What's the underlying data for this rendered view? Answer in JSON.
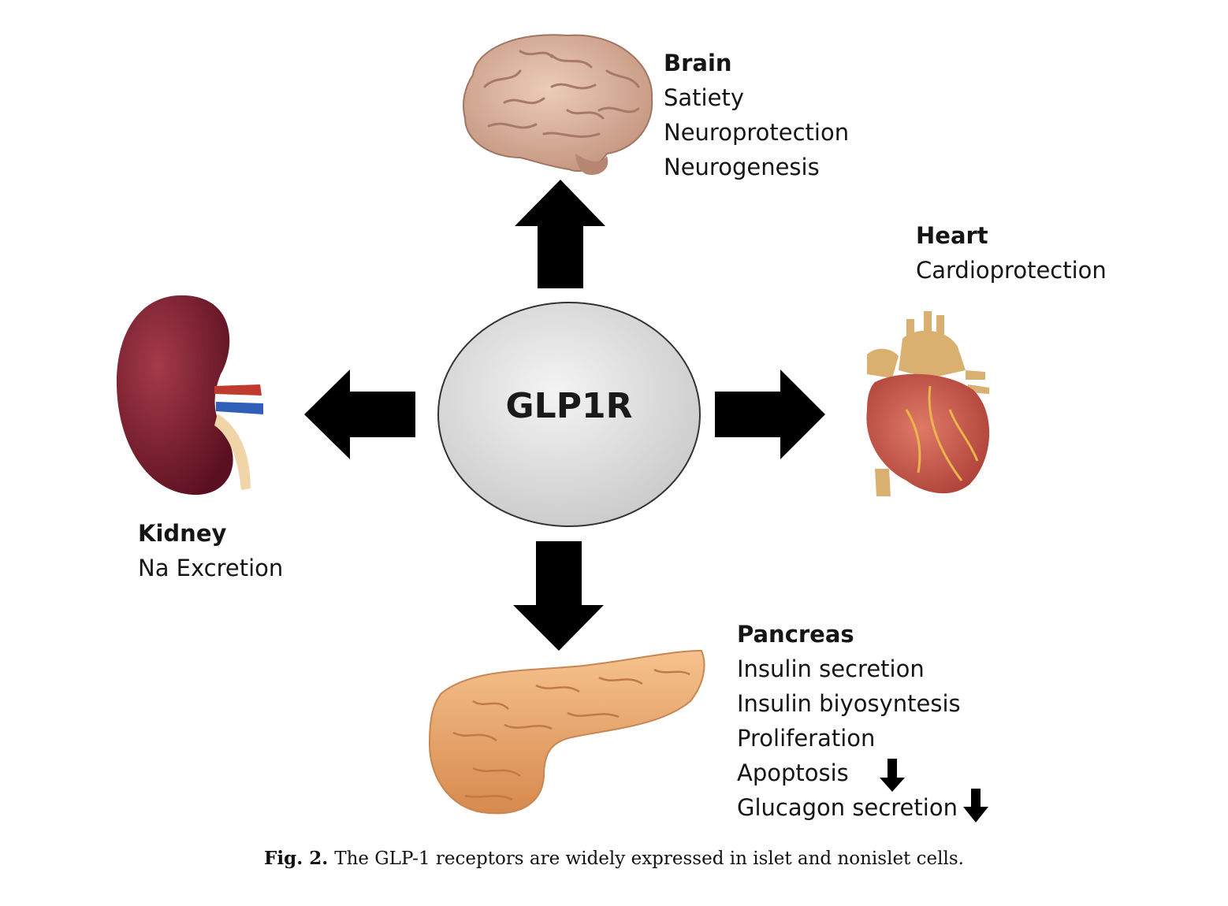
{
  "hub": {
    "label": "GLP1R"
  },
  "organs": {
    "brain": {
      "title": "Brain",
      "effects": [
        "Satiety",
        "Neuroprotection",
        "Neurogenesis"
      ]
    },
    "heart": {
      "title": "Heart",
      "effects": [
        "Cardioprotection"
      ]
    },
    "kidney": {
      "title": "Kidney",
      "effects": [
        "Na Excretion"
      ]
    },
    "pancreas": {
      "title": "Pancreas",
      "effects": [
        "Insulin secretion",
        "Insulin biyosyntesis",
        "Proliferation",
        "Apoptosis",
        "Glucagon secretion"
      ]
    }
  },
  "caption": {
    "label": "Fig. 2.",
    "text": "The GLP-1 receptors are widely expressed in islet and nonislet cells."
  },
  "colors": {
    "arrow": "#000000",
    "hub_fill": "#e4e4e4",
    "brain": "#d9b49e",
    "heart": "#c95a4e",
    "kidney": "#7a1f2e",
    "pancreas": "#e8a86a"
  }
}
